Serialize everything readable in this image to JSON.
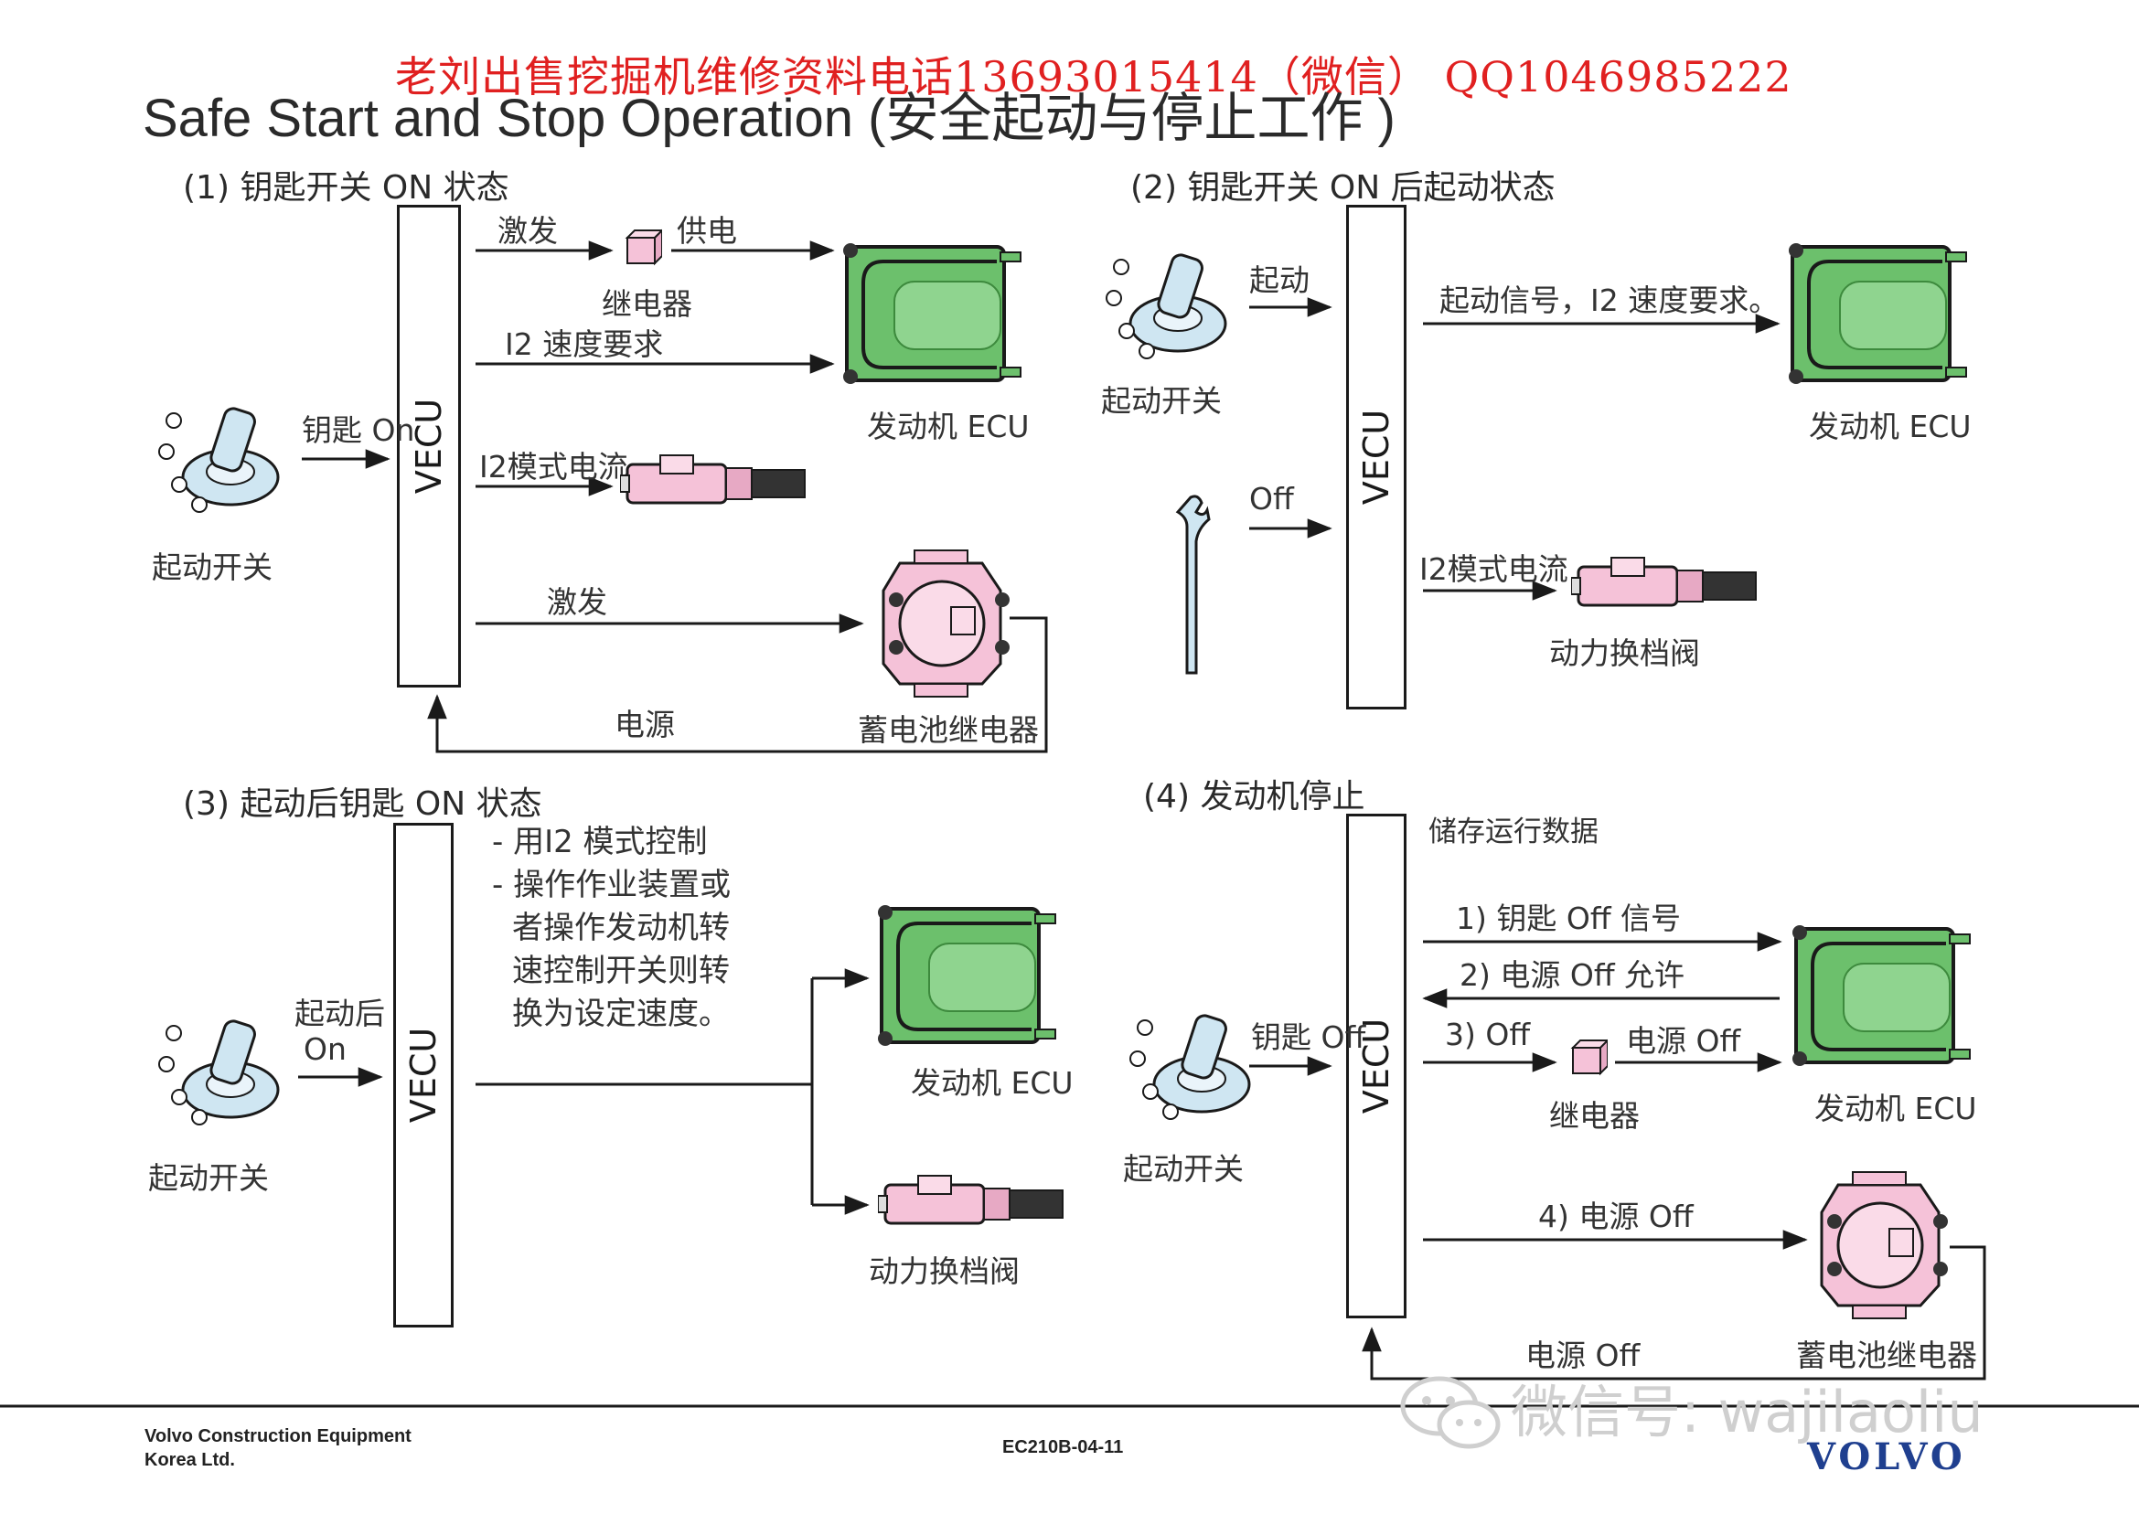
{
  "watermark_top": "老刘出售挖掘机维修资料电话13693015414（微信）   QQ1046985222",
  "title": "Safe Start and Stop Operation (安全起动与停止工作 )",
  "sections": {
    "s1": {
      "heading": "(1) 钥匙开关 ON 状态",
      "vecu": "VECU",
      "key_on_label": "钥匙  On",
      "start_switch": "起动开关",
      "excite_top": "激发",
      "supply": "供电",
      "relay": "继电器",
      "i2_speed": "I2  速度要求",
      "engine_ecu": "发动机 ECU",
      "i2_current": "I2模式电流",
      "excite_bottom": "激发",
      "battery_relay": "蓄电池继电器",
      "power": "电源"
    },
    "s2": {
      "heading": "(2) 钥匙开关 ON 后起动状态",
      "vecu": "VECU",
      "start": "起动",
      "start_switch": "起动开关",
      "start_signal": "起动信号，I2 速度要求。",
      "engine_ecu": "发动机 ECU",
      "off": "Off",
      "i2_current": "I2模式电流",
      "shift_valve": "动力换档阀"
    },
    "s3": {
      "heading": "(3) 起动后钥匙 ON 状态",
      "vecu": "VECU",
      "after_start": "起动后",
      "on": "On",
      "start_switch": "起动开关",
      "bullet_1": "- 用I2 模式控制",
      "bullet_2": "- 操作作业装置或者操作发动机转速控制开关则转换为设定速度。",
      "engine_ecu": "发动机 ECU",
      "shift_valve": "动力换档阀"
    },
    "s4": {
      "heading": "(4) 发动机停止",
      "vecu": "VECU",
      "store_data": "储存运行数据",
      "step1": "1) 钥匙 Off 信号",
      "step2": "2) 电源 Off 允许",
      "step3": "3) Off",
      "power_off": "电源 Off",
      "relay": "继电器",
      "engine_ecu": "发动机 ECU",
      "key_off": "钥匙 Off",
      "start_switch": "起动开关",
      "step4": "4) 电源 Off",
      "battery_relay": "蓄电池继电器",
      "power_off_bottom": "电源 Off"
    }
  },
  "footer": {
    "company_line1": "Volvo Construction Equipment",
    "company_line2": "Korea Ltd.",
    "doc_code": "EC210B-04-11",
    "brand": "VOLVO",
    "wechat_watermark": "微信号: wajilaoliu"
  },
  "colors": {
    "ecu_green": "#6cc06c",
    "component_pink": "#f5c2d8",
    "key_blue": "#cfe6f2",
    "watermark_red": "#e02020",
    "volvo_blue": "#1f3f8f"
  }
}
